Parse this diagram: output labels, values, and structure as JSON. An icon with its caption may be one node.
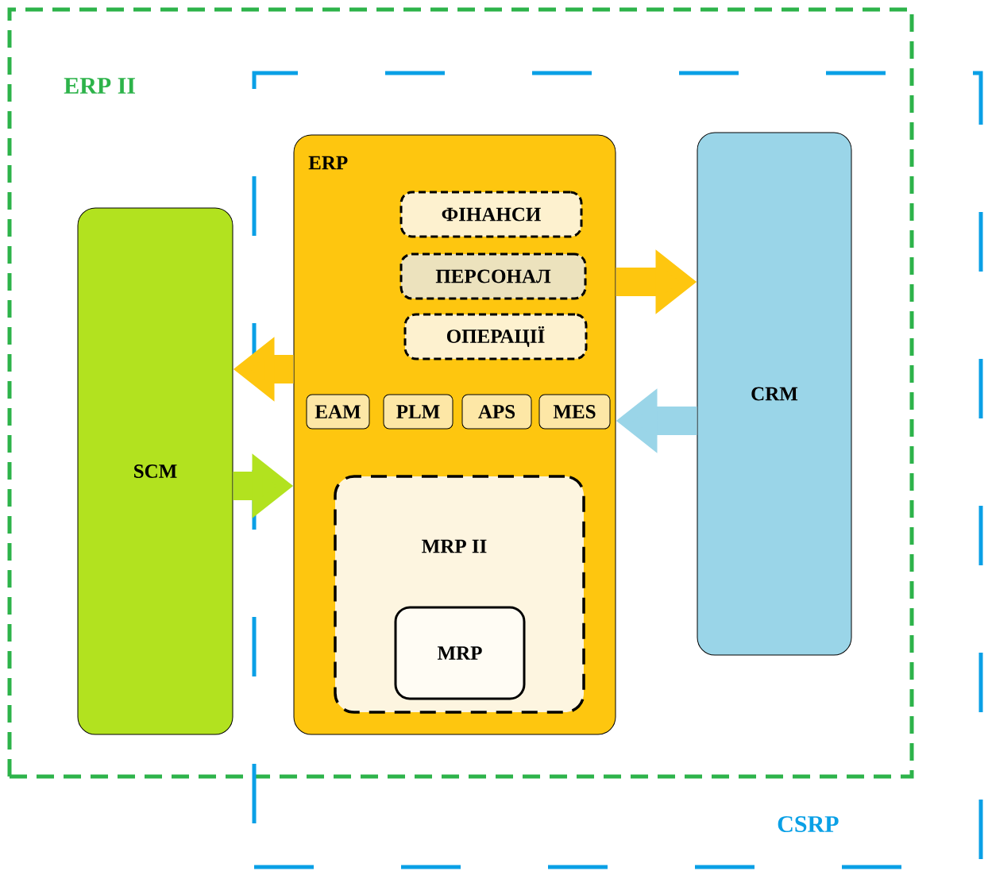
{
  "diagram": {
    "nodes": [
      {
        "text": [
          "ERP II"
        ]
      },
      {
        "text": [
          "CSRP"
        ]
      },
      {
        "text": [
          "SCM"
        ],
        "in": 0
      },
      {
        "text": [
          "ERP"
        ],
        "in": 1
      },
      {
        "text": [
          "ФІНАНСИ"
        ],
        "in": 3
      },
      {
        "text": [
          "ПЕРСОНАЛ"
        ],
        "in": 3
      },
      {
        "text": [
          "ОПЕРАЦІЇ"
        ],
        "in": 3
      },
      {
        "text": [
          "EAM"
        ],
        "in": 3
      },
      {
        "text": [
          "PLM"
        ],
        "in": 3
      },
      {
        "text": [
          "APS"
        ],
        "in": 3
      },
      {
        "text": [
          "MES"
        ],
        "in": 3
      },
      {
        "text": [
          "MRP II"
        ],
        "in": 3
      },
      {
        "text": [
          "MRP"
        ],
        "in": 11
      },
      {
        "text": [
          "CRM"
        ],
        "in": 1
      }
    ],
    "edges": [
      {
        "from": 3,
        "to": 13,
        "arrow": "to",
        "color": "#fec60f"
      },
      {
        "from": 3,
        "to": 2,
        "arrow": "to",
        "color": "#fec60f"
      },
      {
        "from": 13,
        "to": 3,
        "arrow": "to",
        "color": "#9ad5e8"
      },
      {
        "from": 2,
        "to": 3,
        "arrow": "to",
        "color": "#b2e21f"
      }
    ]
  }
}
